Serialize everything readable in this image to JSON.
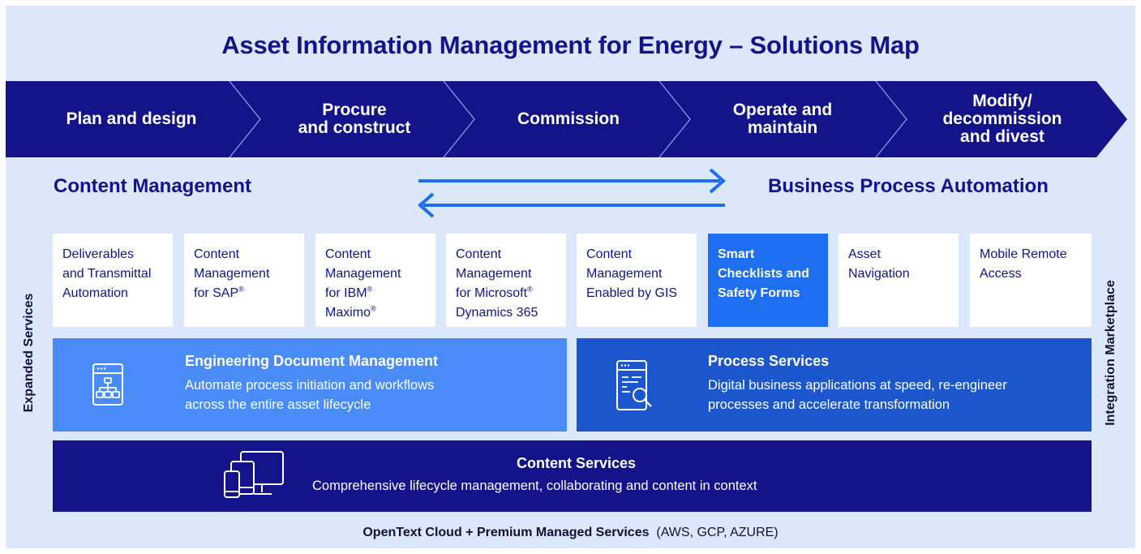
{
  "title": "Asset Information Management for Energy – Solutions Map",
  "lifecycle": {
    "stage1": [
      "Plan and design"
    ],
    "stage2": [
      "Procure",
      "and construct"
    ],
    "stage3": [
      "Commission"
    ],
    "stage4": [
      "Operate and",
      "maintain"
    ],
    "stage5": [
      "Modify/",
      "decommission",
      "and divest"
    ]
  },
  "headings": {
    "left": "Content Management",
    "right": "Business Process Automation"
  },
  "cards": {
    "c1": [
      "Deliverables",
      "and Transmittal",
      "Automation"
    ],
    "c2": [
      "Content",
      "Management",
      "for SAP"
    ],
    "c3": [
      "Content",
      "Management",
      "for IBM",
      "Maximo"
    ],
    "c4": [
      "Content",
      "Management",
      "for Microsoft",
      "Dynamics 365"
    ],
    "c5": [
      "Content",
      "Management",
      "Enabled by GIS"
    ],
    "c6": [
      "Smart",
      "Checklists and",
      "Safety Forms"
    ],
    "c7": [
      "Asset",
      "Navigation"
    ],
    "c8": [
      "Mobile Remote",
      "Access"
    ],
    "registered": "®"
  },
  "panels": {
    "edm": {
      "title": "Engineering Document Management",
      "desc": [
        "Automate process initiation and workflows",
        "across the entire asset lifecycle"
      ]
    },
    "process": {
      "title": "Process Services",
      "desc": [
        "Digital business applications at speed, re-engineer",
        "processes and accelerate transformation"
      ]
    }
  },
  "content_services": {
    "title": "Content Services",
    "desc": "Comprehensive lifecycle management, collaborating and content in context"
  },
  "cloud": {
    "bold": "OpenText Cloud + Premium Managed Services",
    "normal": "(AWS, GCP, AZURE)"
  },
  "side_labels": {
    "left": "Expanded Services",
    "right": "Integration Marketplace"
  },
  "colors": {
    "navy": "#13138a",
    "blue_active": "#1e6ef0",
    "blue_light": "#4a8cf7",
    "blue_mid": "#1c56cd",
    "background": "#dbe8fb"
  },
  "icons": [
    "workflow-window-icon",
    "document-search-icon",
    "devices-icon",
    "arrow-right-icon",
    "arrow-left-icon"
  ]
}
